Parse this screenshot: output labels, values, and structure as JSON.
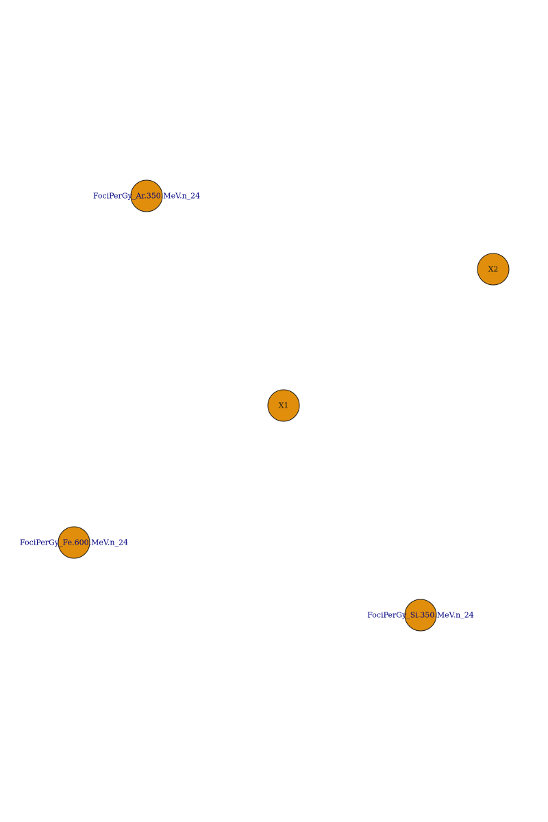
{
  "graph": {
    "node_fill": "#e08e0b",
    "node_stroke": "#1a1a1a",
    "label_color_variable": "#000080",
    "label_color_latent": "#1a1a1a",
    "nodes": [
      {
        "id": "ar",
        "label": "FociPerGy_Ar.350.MeV.n_24",
        "kind": "variable"
      },
      {
        "id": "x2",
        "label": "X2",
        "kind": "latent"
      },
      {
        "id": "x1",
        "label": "X1",
        "kind": "latent"
      },
      {
        "id": "fe",
        "label": "FociPerGy_Fe.600.MeV.n_24",
        "kind": "variable"
      },
      {
        "id": "si",
        "label": "FociPerGy_Si.350.MeV.n_24",
        "kind": "variable"
      }
    ]
  }
}
